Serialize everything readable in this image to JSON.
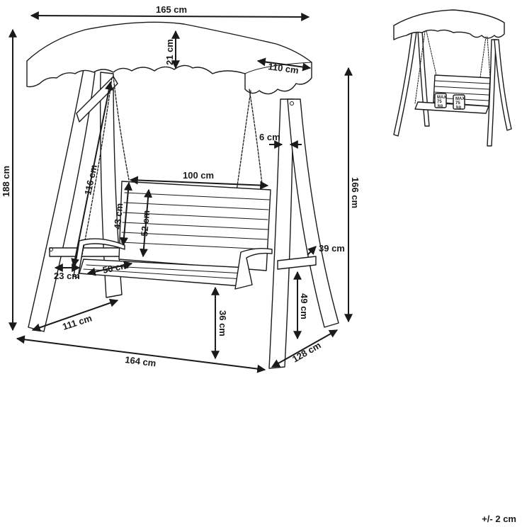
{
  "dimensions": {
    "width_top": "165 cm",
    "canopy_height": "21 cm",
    "canopy_depth": "110 cm",
    "total_height": "188 cm",
    "frame_height": "166 cm",
    "frame_gap": "6 cm",
    "chain_length": "116 cm",
    "seat_width": "100 cm",
    "backrest_height": "43 cm",
    "back_total_height": "52 cm",
    "side_depth": "39 cm",
    "armrest": "23 cm",
    "seat_depth": "50 cm",
    "seat_height": "36 cm",
    "base_height": "49 cm",
    "leg_span": "111 cm",
    "base_width": "164 cm",
    "base_depth": "128 cm"
  },
  "thumbnail": {
    "load_badge_1": {
      "line1": "MAX",
      "line2": "75",
      "line3": "kg"
    },
    "load_badge_2": {
      "line1": "MAX",
      "line2": "75",
      "line3": "kg"
    }
  },
  "tolerance": "+/- 2 cm"
}
